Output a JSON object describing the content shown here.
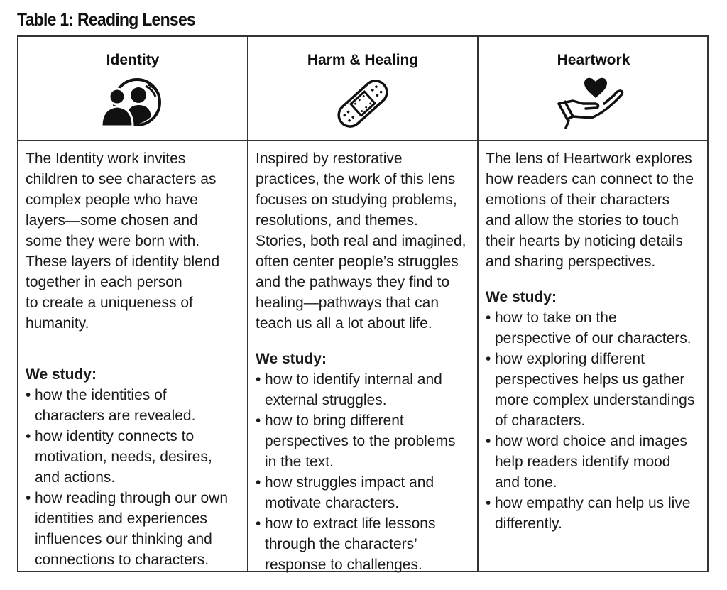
{
  "caption": "Table 1: Reading Lenses",
  "columns": [
    {
      "heading": "Identity",
      "icon": "two-people-portrait-icon",
      "intro": "The Identity work invites\nchildren to see characters as\ncomplex people who have\nlayers—some chosen and\nsome they were born with.\nThese layers of identity blend\ntogether in each person\nto create a uniqueness of\nhumanity.",
      "study_label": "We study:",
      "bullets": [
        "how the identities of\ncharacters are revealed.",
        "how identity connects to\nmotivation, needs, desires,\nand actions.",
        "how reading through our own\nidentities and experiences\ninfluences our thinking and\nconnections to characters."
      ]
    },
    {
      "heading": "Harm & Healing",
      "icon": "bandage-icon",
      "intro": "Inspired by restorative\npractices, the work of this lens\nfocuses on studying problems,\nresolutions, and themes.\nStories, both real and imagined,\noften center people’s struggles\nand the pathways they find to\nhealing—pathways that can\nteach us all a lot about life.",
      "study_label": "We study:",
      "bullets": [
        "how to identify internal and\nexternal struggles.",
        "how to bring different\nperspectives to the problems\nin the text.",
        "how struggles impact and\nmotivate characters.",
        "how to extract life lessons\nthrough the characters’\nresponse to challenges."
      ]
    },
    {
      "heading": "Heartwork",
      "icon": "heart-in-hand-icon",
      "intro": "The lens of Heartwork explores\nhow readers can connect to the\nemotions of their characters\nand allow the stories to touch\ntheir hearts by noticing details\nand sharing perspectives.",
      "study_label": "We study:",
      "bullets": [
        "how to take on the\nperspective of our characters.",
        "how exploring different\nperspectives helps us gather\nmore complex understandings\nof characters.",
        "how word choice and images\nhelp readers identify mood\nand tone.",
        "how empathy can help us live\ndifferently."
      ]
    }
  ]
}
